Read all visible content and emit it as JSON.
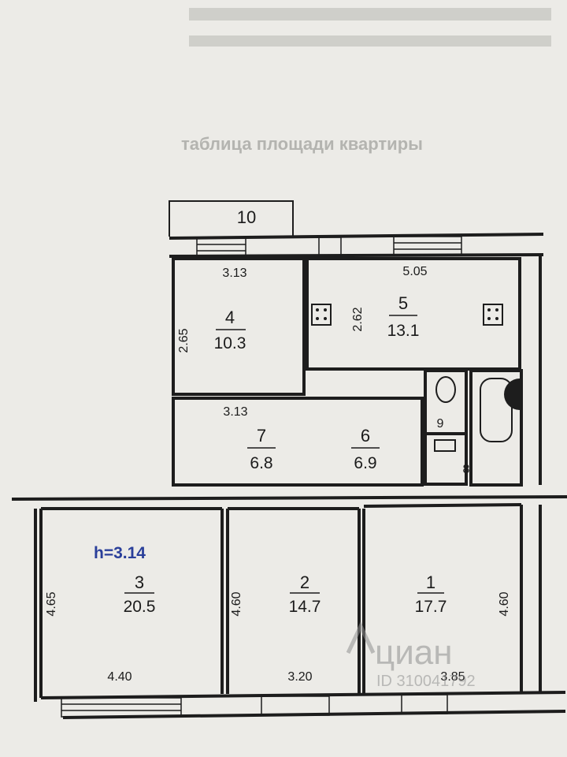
{
  "top_text_faded": [
    "таблица площади квартиры"
  ],
  "height_label": "h=3.14",
  "rooms": [
    {
      "num": "1",
      "area": "17.7"
    },
    {
      "num": "2",
      "area": "14.7"
    },
    {
      "num": "3",
      "area": "20.5"
    },
    {
      "num": "4",
      "area": "10.3"
    },
    {
      "num": "5",
      "area": "13.1"
    },
    {
      "num": "6",
      "area": "6.9"
    },
    {
      "num": "7",
      "area": "6.8"
    },
    {
      "num": "8",
      "area": ""
    },
    {
      "num": "9",
      "area": ""
    },
    {
      "num": "10",
      "area": ""
    }
  ],
  "dimensions": {
    "room4_top": "3.13",
    "room4_left": "2.65",
    "room5_top": "5.05",
    "room5_left": "2.62",
    "room7_top": "3.13",
    "room3_left": "4.65",
    "room3_bottom": "4.40",
    "room2_left": "4.60",
    "room2_bottom": "3.20",
    "room1_right": "4.60",
    "room1_bottom": "3.85"
  },
  "watermark": {
    "brand": "циан",
    "id": "ID 310041792"
  },
  "colors": {
    "wall": "#1d1d1d",
    "paper": "#ecebe7",
    "height_label": "#2a3f9a"
  }
}
